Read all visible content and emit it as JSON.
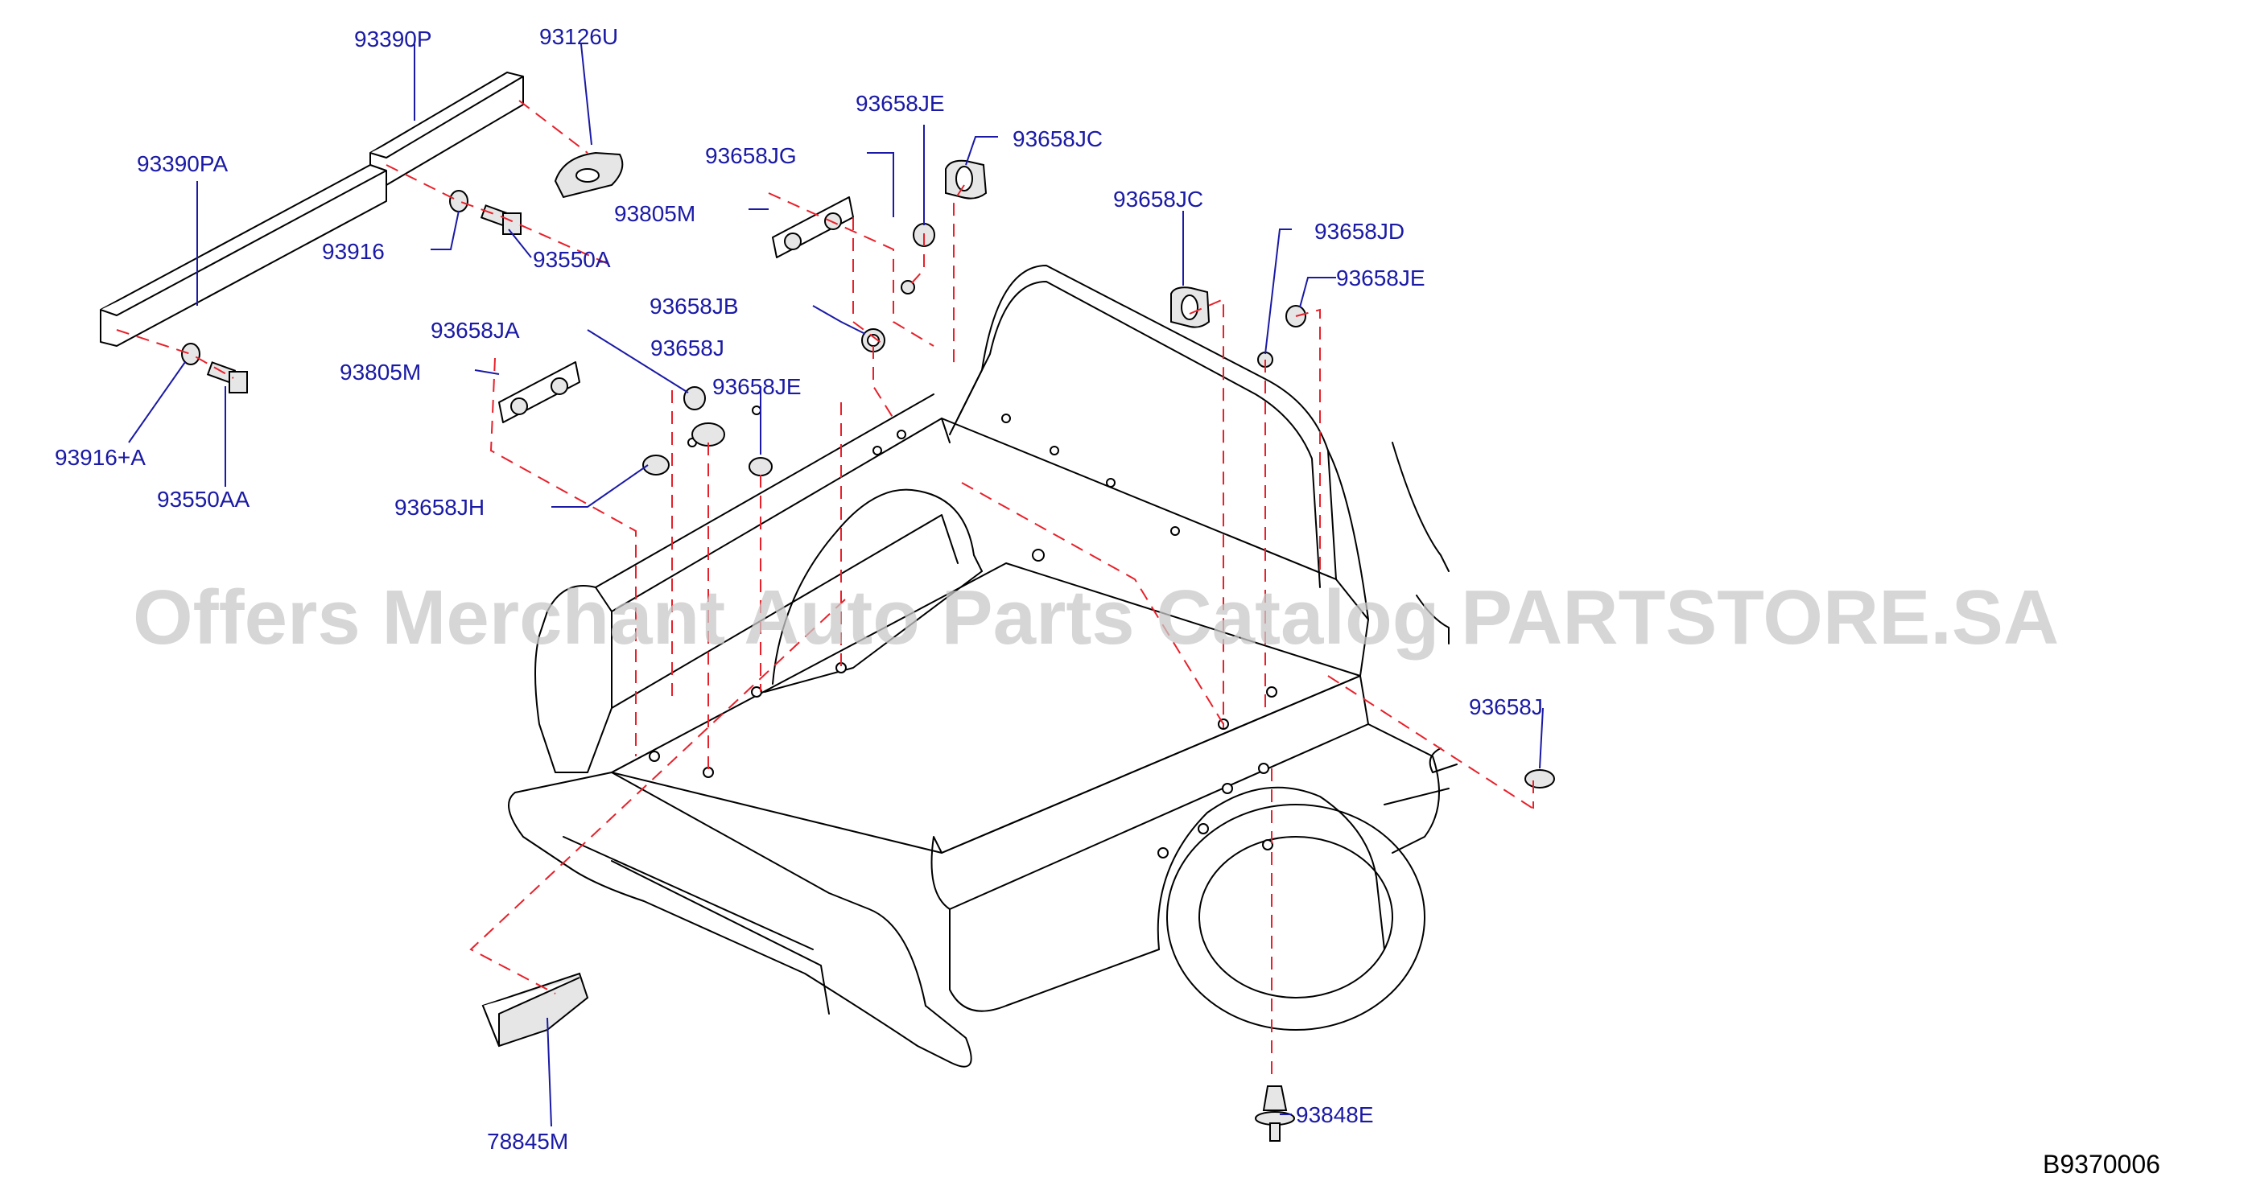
{
  "diagram": {
    "reference_code": "B9370006",
    "watermark": "Offers Merchant Auto Parts Catalog PARTSTORE.SA"
  },
  "parts": [
    {
      "id": "p1",
      "label": "93390P"
    },
    {
      "id": "p2",
      "label": "93126U"
    },
    {
      "id": "p3",
      "label": "93390PA"
    },
    {
      "id": "p4",
      "label": "93916"
    },
    {
      "id": "p5",
      "label": "93550A"
    },
    {
      "id": "p6",
      "label": "93916+A"
    },
    {
      "id": "p7",
      "label": "93550AA"
    },
    {
      "id": "p8",
      "label": "93658JE"
    },
    {
      "id": "p9",
      "label": "93658JC"
    },
    {
      "id": "p10",
      "label": "93658JG"
    },
    {
      "id": "p11",
      "label": "93805M"
    },
    {
      "id": "p12",
      "label": "93658JC"
    },
    {
      "id": "p13",
      "label": "93658JD"
    },
    {
      "id": "p14",
      "label": "93658JE"
    },
    {
      "id": "p15",
      "label": "93658JB"
    },
    {
      "id": "p16",
      "label": "93658JA"
    },
    {
      "id": "p17",
      "label": "93658J"
    },
    {
      "id": "p18",
      "label": "93805M"
    },
    {
      "id": "p19",
      "label": "93658JE"
    },
    {
      "id": "p20",
      "label": "93658JH"
    },
    {
      "id": "p21",
      "label": "93658J"
    },
    {
      "id": "p22",
      "label": "78845M"
    },
    {
      "id": "p23",
      "label": "93848E"
    }
  ]
}
